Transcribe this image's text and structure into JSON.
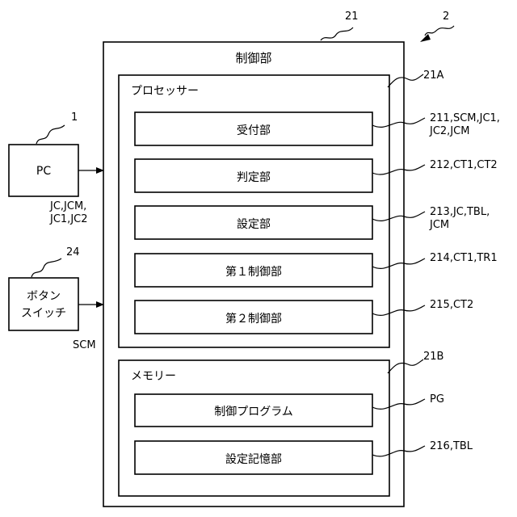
{
  "system_ref": "2",
  "control_unit": {
    "title": "制御部",
    "ref": "21"
  },
  "processor": {
    "title": "プロセッサー",
    "ref": "21A",
    "blocks": [
      {
        "label": "受付部",
        "ref_lines": [
          "211,SCM,JC1,",
          "JC2,JCM"
        ]
      },
      {
        "label": "判定部",
        "ref_lines": [
          "212,CT1,CT2"
        ]
      },
      {
        "label": "設定部",
        "ref_lines": [
          "213,JC,TBL,",
          "JCM"
        ]
      },
      {
        "label": "第１制御部",
        "ref_lines": [
          "214,CT1,TR1"
        ]
      },
      {
        "label": "第２制御部",
        "ref_lines": [
          "215,CT2"
        ]
      }
    ]
  },
  "memory": {
    "title": "メモリー",
    "ref": "21B",
    "blocks": [
      {
        "label": "制御プログラム",
        "ref_lines": [
          "PG"
        ]
      },
      {
        "label": "設定記憶部",
        "ref_lines": [
          "216,TBL"
        ]
      }
    ]
  },
  "pc": {
    "label": "PC",
    "ref": "1",
    "signal_lines": [
      "JC,JCM,",
      "JC1,JC2"
    ]
  },
  "button_switch": {
    "label_lines": [
      "ボタン",
      "スイッチ"
    ],
    "ref": "24",
    "signal": "SCM"
  }
}
